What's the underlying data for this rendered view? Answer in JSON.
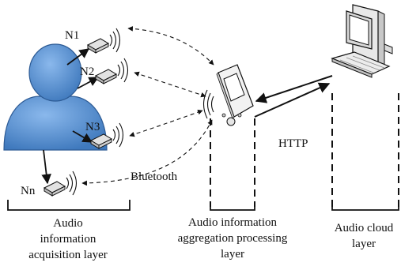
{
  "diagram": {
    "nodes": [
      {
        "id": "n1",
        "label": "N1"
      },
      {
        "id": "n2",
        "label": "N2"
      },
      {
        "id": "n3",
        "label": "N3"
      },
      {
        "id": "nn",
        "label": "Nn"
      }
    ],
    "protocols": {
      "bluetooth": "Bluetooth",
      "http": "HTTP"
    },
    "layers": {
      "acquisition": [
        "Audio",
        "information",
        "acquisition layer"
      ],
      "aggregation": [
        "Audio information",
        "aggregation processing",
        "layer"
      ],
      "cloud": [
        "Audio cloud",
        "layer"
      ]
    },
    "colors": {
      "person": "#4a86c8",
      "person_highlight": "#8ab8ec",
      "sensor": "#d6d6d6",
      "device": "#eeeeee",
      "ink": "#111111"
    }
  }
}
